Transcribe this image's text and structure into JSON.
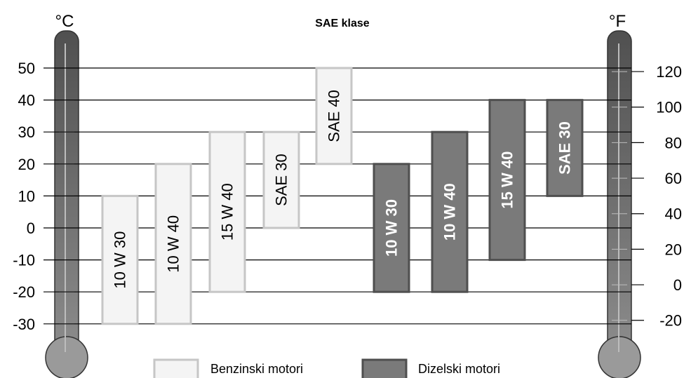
{
  "chart_data": {
    "type": "bar",
    "title": "SAE klase",
    "y_left_unit": "°C",
    "y_right_unit": "°F",
    "y_left_ticks": [
      50,
      40,
      30,
      20,
      10,
      0,
      -10,
      -20,
      -30
    ],
    "y_left_tick_labels": [
      "50",
      "40",
      "30",
      "20",
      "10",
      "0",
      "-10",
      "-20",
      "-30"
    ],
    "y_right_ticks": [
      120,
      100,
      80,
      60,
      40,
      20,
      0,
      -20
    ],
    "y_right_tick_labels": [
      "120",
      "100",
      "80",
      "60",
      "40",
      "20",
      "0",
      "-20"
    ],
    "ylim_celsius": [
      -30,
      50
    ],
    "grid": true,
    "legend": [
      {
        "name": "Benzinski motori",
        "color": "#f4f4f4"
      },
      {
        "name": "Dizelski motori",
        "color": "#7a7a7a"
      }
    ],
    "legend_placement": "bottom",
    "series": [
      {
        "name": "Benzinski motori",
        "color": "#f4f4f4",
        "border": "#c6c6c6",
        "bars": [
          {
            "label": "10 W 30",
            "min": -30,
            "max": 10
          },
          {
            "label": "10 W 40",
            "min": -30,
            "max": 20
          },
          {
            "label": "15 W 40",
            "min": -20,
            "max": 30
          },
          {
            "label": "SAE 30",
            "min": 0,
            "max": 30
          },
          {
            "label": "SAE 40",
            "min": 20,
            "max": 50
          }
        ]
      },
      {
        "name": "Dizelski motori",
        "color": "#7a7a7a",
        "border": "#4f4f4f",
        "bars": [
          {
            "label": "10 W 30",
            "min": -20,
            "max": 20
          },
          {
            "label": "10 W 40",
            "min": -20,
            "max": 30
          },
          {
            "label": "15 W 40",
            "min": -10,
            "max": 40
          },
          {
            "label": "SAE 30",
            "min": 10,
            "max": 40
          }
        ]
      }
    ]
  }
}
